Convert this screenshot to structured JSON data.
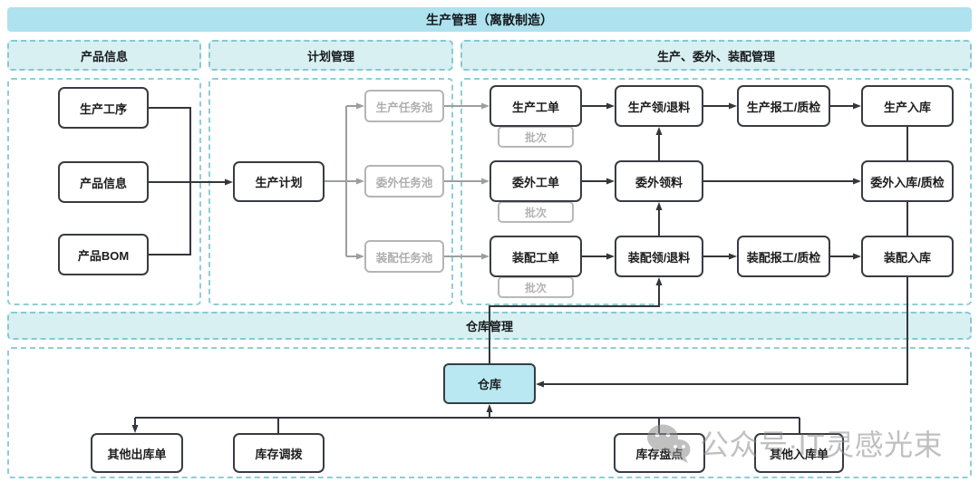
{
  "title": "生产管理（离散制造）",
  "product_section": {
    "header": "产品信息",
    "nodes": [
      "生产工序",
      "产品信息",
      "产品BOM"
    ]
  },
  "plan_section": {
    "header": "计划管理",
    "plan_node": "生产计划",
    "task_pools": [
      "生产任务池",
      "委外任务池",
      "装配任务池"
    ]
  },
  "production_section": {
    "header": "生产、委外、装配管理",
    "batch_label": "批次",
    "rows": [
      {
        "cells": [
          "生产工单",
          "生产领/退料",
          "生产报工/质检",
          "生产入库"
        ]
      },
      {
        "cells": [
          "委外工单",
          "委外领料",
          "委外入库/质检"
        ]
      },
      {
        "cells": [
          "装配工单",
          "装配领/退料",
          "装配报工/质检",
          "装配入库"
        ]
      }
    ]
  },
  "warehouse_section": {
    "header": "仓库管理",
    "warehouse_node": "仓库",
    "nodes": [
      "其他出库单",
      "库存调拨",
      "库存盘点",
      "其他入库单"
    ]
  },
  "watermark": {
    "icon": "wechat-icon",
    "text": "公众号·IT灵感光束"
  },
  "colors": {
    "banner_fill": "#ade2ee",
    "header_fill": "#d9f0f3",
    "dashed_border": "#85c9d1",
    "warehouse_fill": "#b9e8f2",
    "node_border": "#383c42",
    "line": "#33363b",
    "gray_line": "#9e9e9e",
    "muted_text": "#aeaeae"
  }
}
